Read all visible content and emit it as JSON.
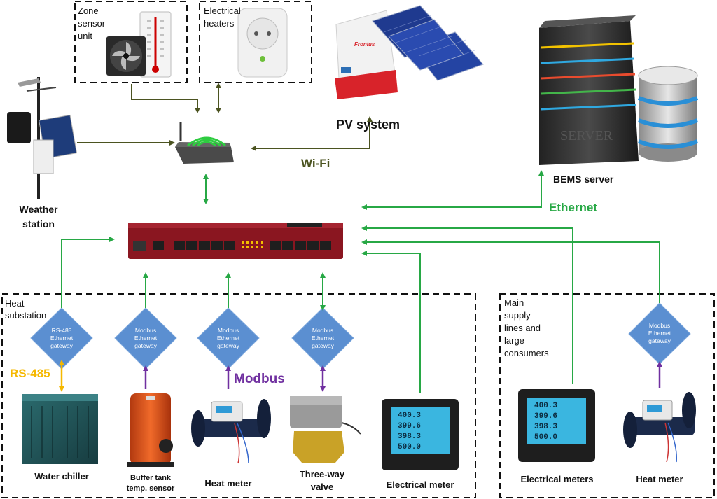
{
  "labels": {
    "zone_sensor": "Zone sensor unit",
    "electrical_heaters": "Electrical heaters",
    "pv_system": "PV system",
    "wifi": "Wi-Fi",
    "bems_server": "BEMS server",
    "ethernet": "Ethernet",
    "weather_station_1": "Weather",
    "weather_station_2": "station",
    "heat_substation_1": "Heat",
    "heat_substation_2": "substation",
    "main_supply_1": "Main",
    "main_supply_2": "supply",
    "main_supply_3": "lines and",
    "main_supply_4": "large",
    "main_supply_5": "consumers",
    "rs485": "RS-485",
    "modbus": "Modbus",
    "water_chiller": "Water chiller",
    "buffer_tank_1": "Buffer tank",
    "buffer_tank_2": "temp. sensor",
    "heat_meter": "Heat meter",
    "three_way_1": "Three-way",
    "three_way_2": "valve",
    "electrical_meter": "Electrical meter",
    "electrical_meters": "Electrical meters",
    "heat_meter_right": "Heat meter",
    "server_text": "SERVER",
    "pv_brand": "Fronius"
  },
  "gateways": [
    {
      "l1": "RS-485",
      "l2": "Ethernet",
      "l3": "gateway"
    },
    {
      "l1": "Modbus",
      "l2": "Ethernet",
      "l3": "gateway"
    },
    {
      "l1": "Modbus",
      "l2": "Ethernet",
      "l3": "gateway"
    },
    {
      "l1": "Modbus",
      "l2": "Ethernet",
      "l3": "gateway"
    },
    {
      "l1": "Modbus",
      "l2": "Ethernet",
      "l3": "gateway"
    }
  ],
  "meter_display": {
    "r1": "400.3",
    "r2": "399.6",
    "r3": "398.3",
    "r4": "500.0"
  },
  "colors": {
    "ethernet_green": "#27a845",
    "wifi_olive": "#4b5320",
    "rs485_orange": "#f5b800",
    "modbus_purple": "#7030a0",
    "gateway_blue": "#5b8fd1"
  }
}
